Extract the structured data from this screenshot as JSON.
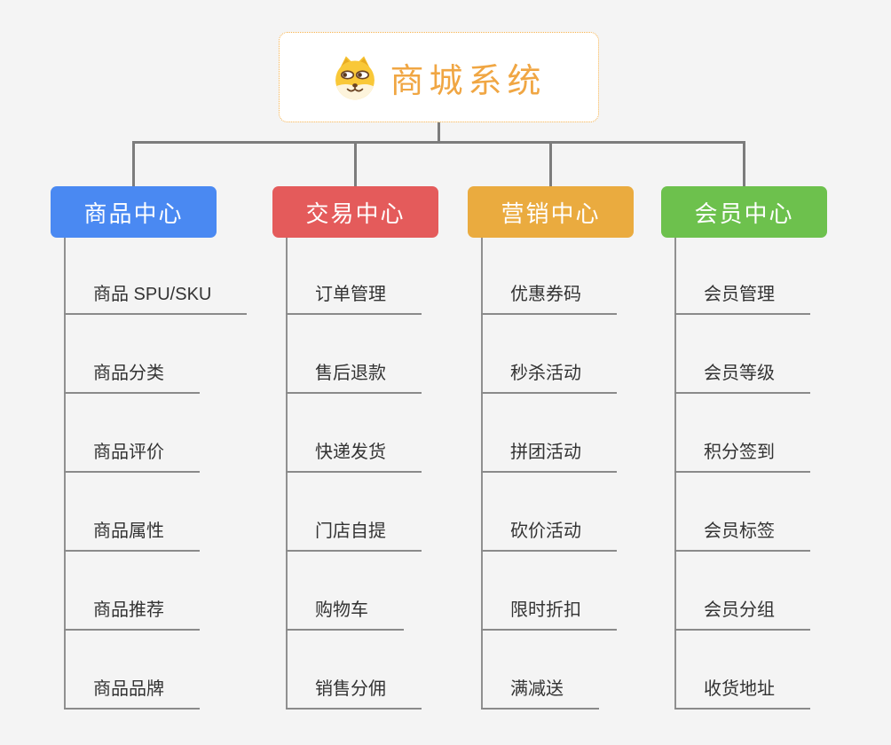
{
  "page": {
    "background": "#f4f4f4",
    "connector_color": "#7c7c7c"
  },
  "root": {
    "title": "商城系统",
    "icon": "dog-icon",
    "border_color": "#f5b04a",
    "title_color": "#f0a643"
  },
  "branches": [
    {
      "label": "商品中心",
      "color": "#4a89f2",
      "children": [
        "商品 SPU/SKU",
        "商品分类",
        "商品评价",
        "商品属性",
        "商品推荐",
        "商品品牌"
      ]
    },
    {
      "label": "交易中心",
      "color": "#e45b5b",
      "children": [
        "订单管理",
        "售后退款",
        "快递发货",
        "门店自提",
        "购物车",
        "销售分佣"
      ]
    },
    {
      "label": "营销中心",
      "color": "#eaab3f",
      "children": [
        "优惠券码",
        "秒杀活动",
        "拼团活动",
        "砍价活动",
        "限时折扣",
        "满减送"
      ]
    },
    {
      "label": "会员中心",
      "color": "#6dc14d",
      "children": [
        "会员管理",
        "会员等级",
        "积分签到",
        "会员标签",
        "会员分组",
        "收货地址"
      ]
    }
  ]
}
